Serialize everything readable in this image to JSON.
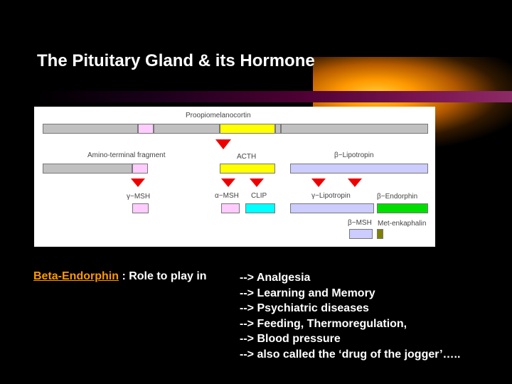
{
  "title": "The Pituitary Gland & its Hormone",
  "diagram": {
    "labels": {
      "pomc": "Proopiomelanocortin",
      "amino": "Amino-terminal fragment",
      "acth": "ACTH",
      "blpt": "β−Lipotropin",
      "gmsh": "γ−MSH",
      "amsh": "α−MSH",
      "clip": "CLIP",
      "glpt": "γ−Lipotropin",
      "bend": "β−Endorphin",
      "bmsh": "β−MSH",
      "menk": "Met-enkaphalin"
    },
    "colors": {
      "gray": "#c0c0c0",
      "pink": "#ffccff",
      "yellow": "#ffff00",
      "lavender": "#ccccff",
      "cyan": "#00ffff",
      "green": "#00dd00",
      "olive": "#808000",
      "arrow": "#ee0000"
    }
  },
  "body": {
    "link_text": "Beta-Endorphin",
    "intro_rest": " : Role to play in",
    "items": [
      "--> Analgesia",
      "--> Learning and Memory",
      "--> Psychiatric diseases",
      "--> Feeding, Thermoregulation,",
      "--> Blood pressure",
      "--> also called the ‘drug of the jogger’….."
    ]
  }
}
